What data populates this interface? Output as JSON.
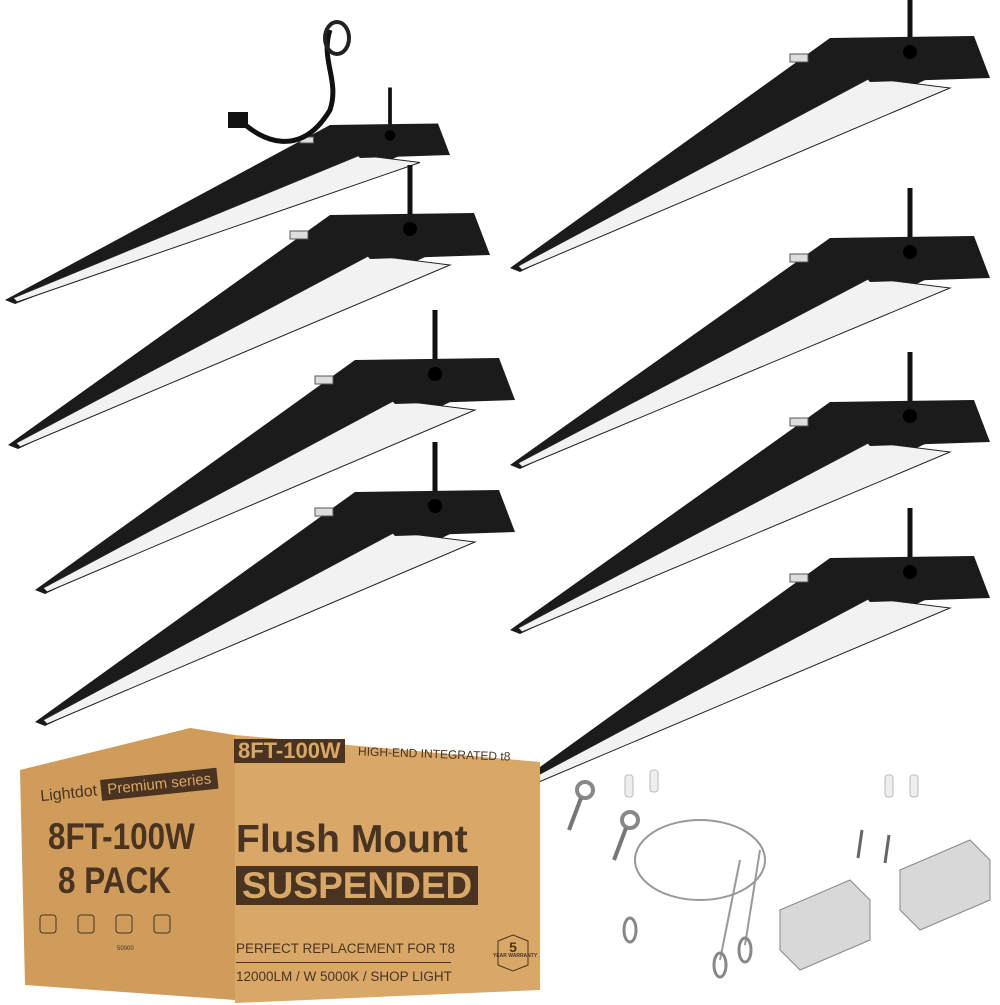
{
  "product": {
    "brand": "Lightdot",
    "series": "Premium series",
    "side_model": "8FT-100W",
    "side_pack": "8 PACK",
    "feature_icons": [
      "certified-icon",
      "cri-icon",
      "lifespan-icon",
      "soft-light-icon"
    ],
    "lifespan_value": "50000",
    "front_model": "8FT-100W",
    "front_tagline": "HIGH-END INTEGRATED t8",
    "headline": "Flush Mount",
    "subheadline": "SUSPENDED",
    "replacement_line": "PERFECT REPLACEMENT FOR T8",
    "spec_line": "12000LM / W 5000K / SHOP LIGHT",
    "warranty_years": "5",
    "warranty_text": "YEAR WARRANTY"
  },
  "colors": {
    "cardboard": "#d9a868",
    "cardboard_side": "#cf9c5c",
    "ink": "#4a3320",
    "fixture": "#1b1b1b",
    "diffuser": "#f2f2f2"
  },
  "fixture_count": 8
}
